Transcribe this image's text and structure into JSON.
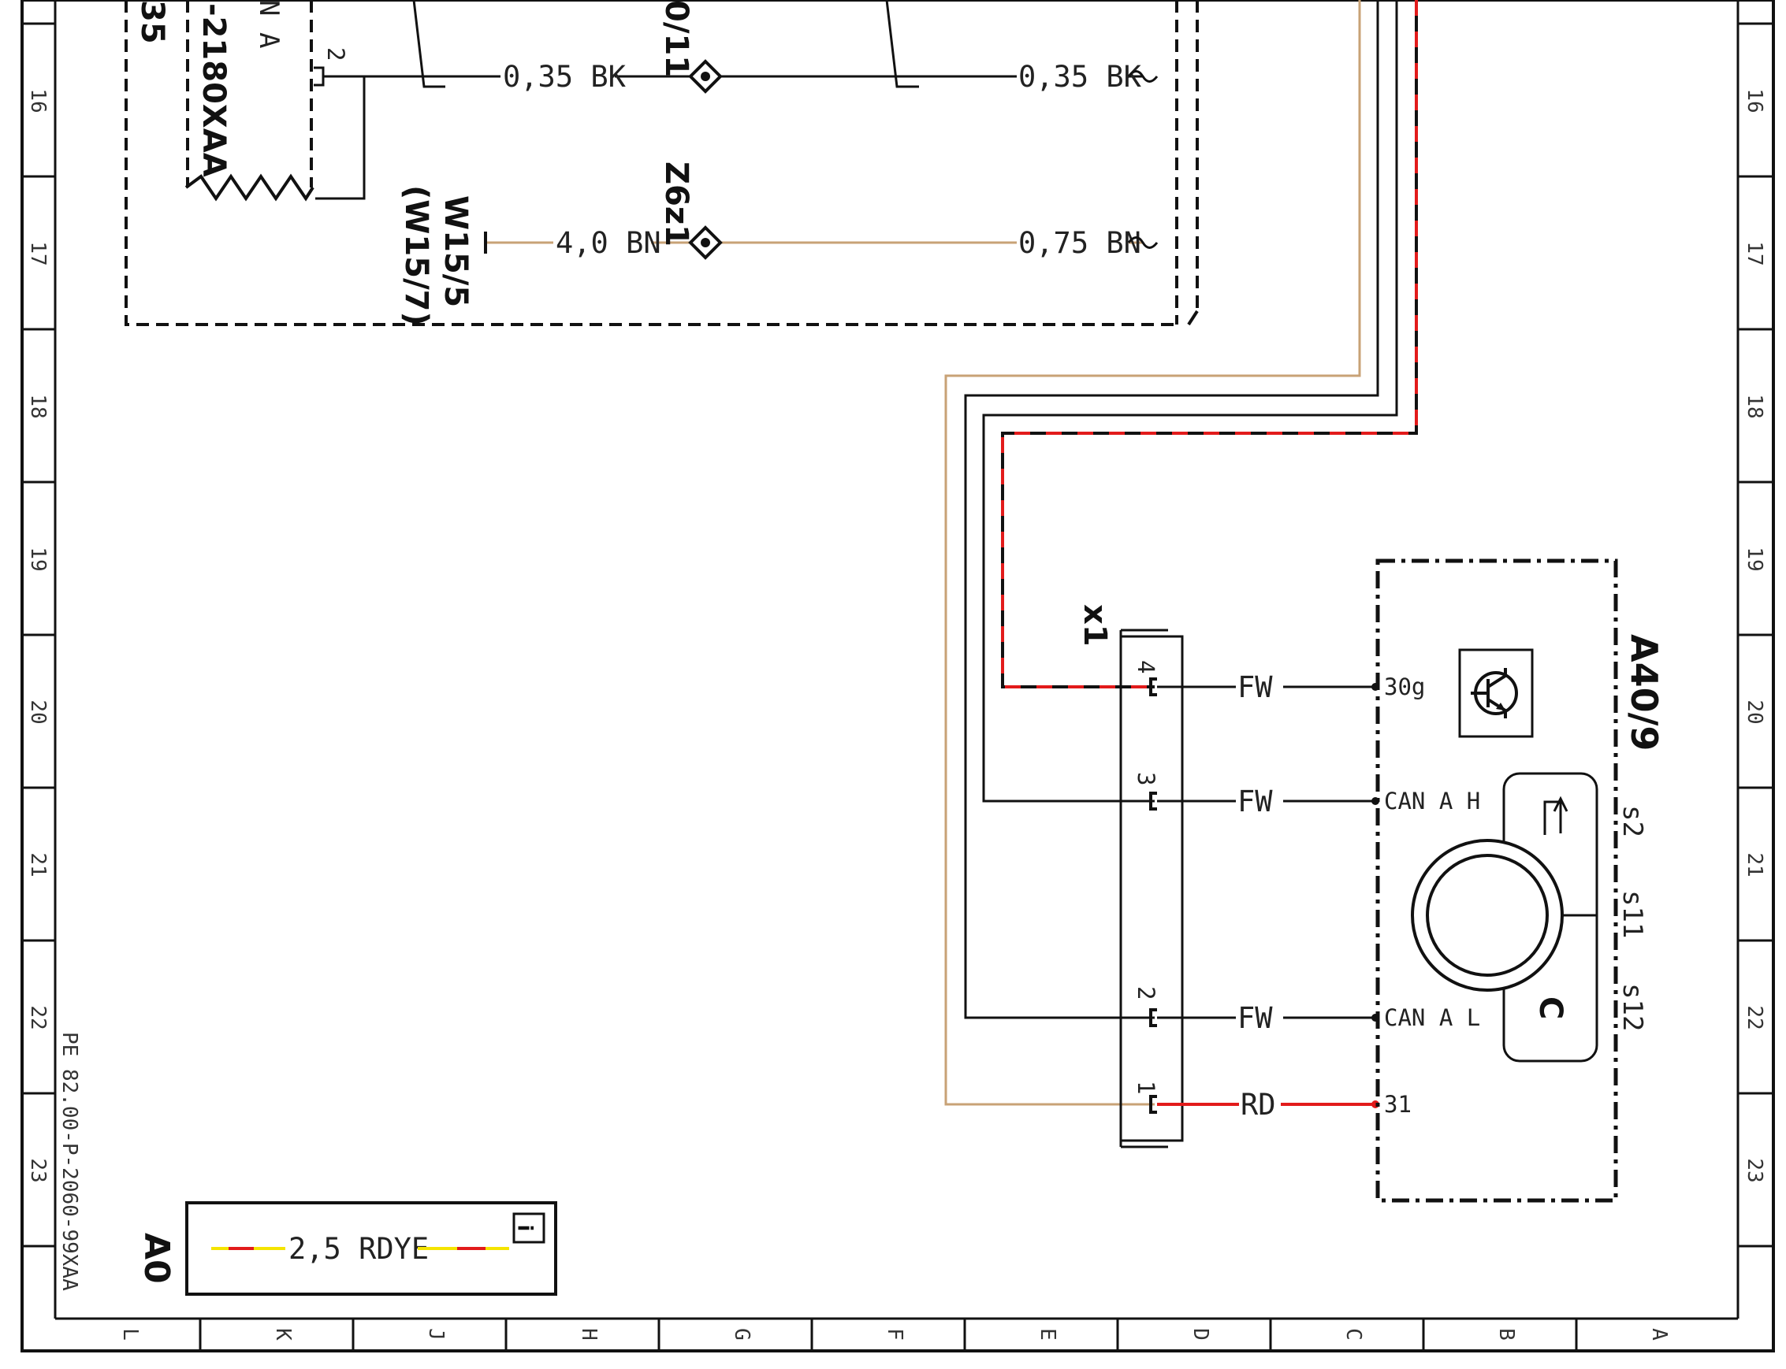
{
  "grid": {
    "row_numbers": [
      "16",
      "17",
      "18",
      "19",
      "20",
      "21",
      "22",
      "23"
    ],
    "column_letters": [
      "L",
      "K",
      "J",
      "H",
      "G",
      "F",
      "E",
      "D",
      "C",
      "B",
      "A"
    ]
  },
  "document_code": "PE 82.00-P-2060-99XAA",
  "top_block": {
    "partial_label_a": "35",
    "partial_label_b": "-2180XAA",
    "partial_label_c": "N A",
    "pin_number": "2"
  },
  "wires_top": [
    {
      "left_label": "0,35 BK",
      "right_label": "0,35 BK"
    },
    {
      "left_label": "4,0 BN",
      "right_label": "0,75 BN"
    }
  ],
  "connection_points": {
    "upper_partial": "0/11",
    "lower": "Z6z1",
    "ground_primary": "W15/5",
    "ground_alt": "(W15/7)"
  },
  "connector_x1": {
    "name": "x1",
    "pins": [
      "4",
      "3",
      "2",
      "1"
    ]
  },
  "wire_codes": [
    "FW",
    "FW",
    "FW",
    "RD"
  ],
  "module_a40_9": {
    "name": "A40/9",
    "pin_labels": [
      "30g",
      "CAN A H",
      "CAN A L",
      "31"
    ],
    "side_labels": [
      "s2",
      "s11",
      "s12"
    ],
    "knob_letter": "C"
  },
  "legend": {
    "ref": "A0",
    "wire_label": "2,5 RDYE",
    "info_icon_letter": "i"
  },
  "colors": {
    "black_wire": "#111111",
    "brown_wire": "#c8a276",
    "red_wire": "#e21b1b",
    "yellow_wire": "#f5e400",
    "gray_wire": "#555555"
  }
}
